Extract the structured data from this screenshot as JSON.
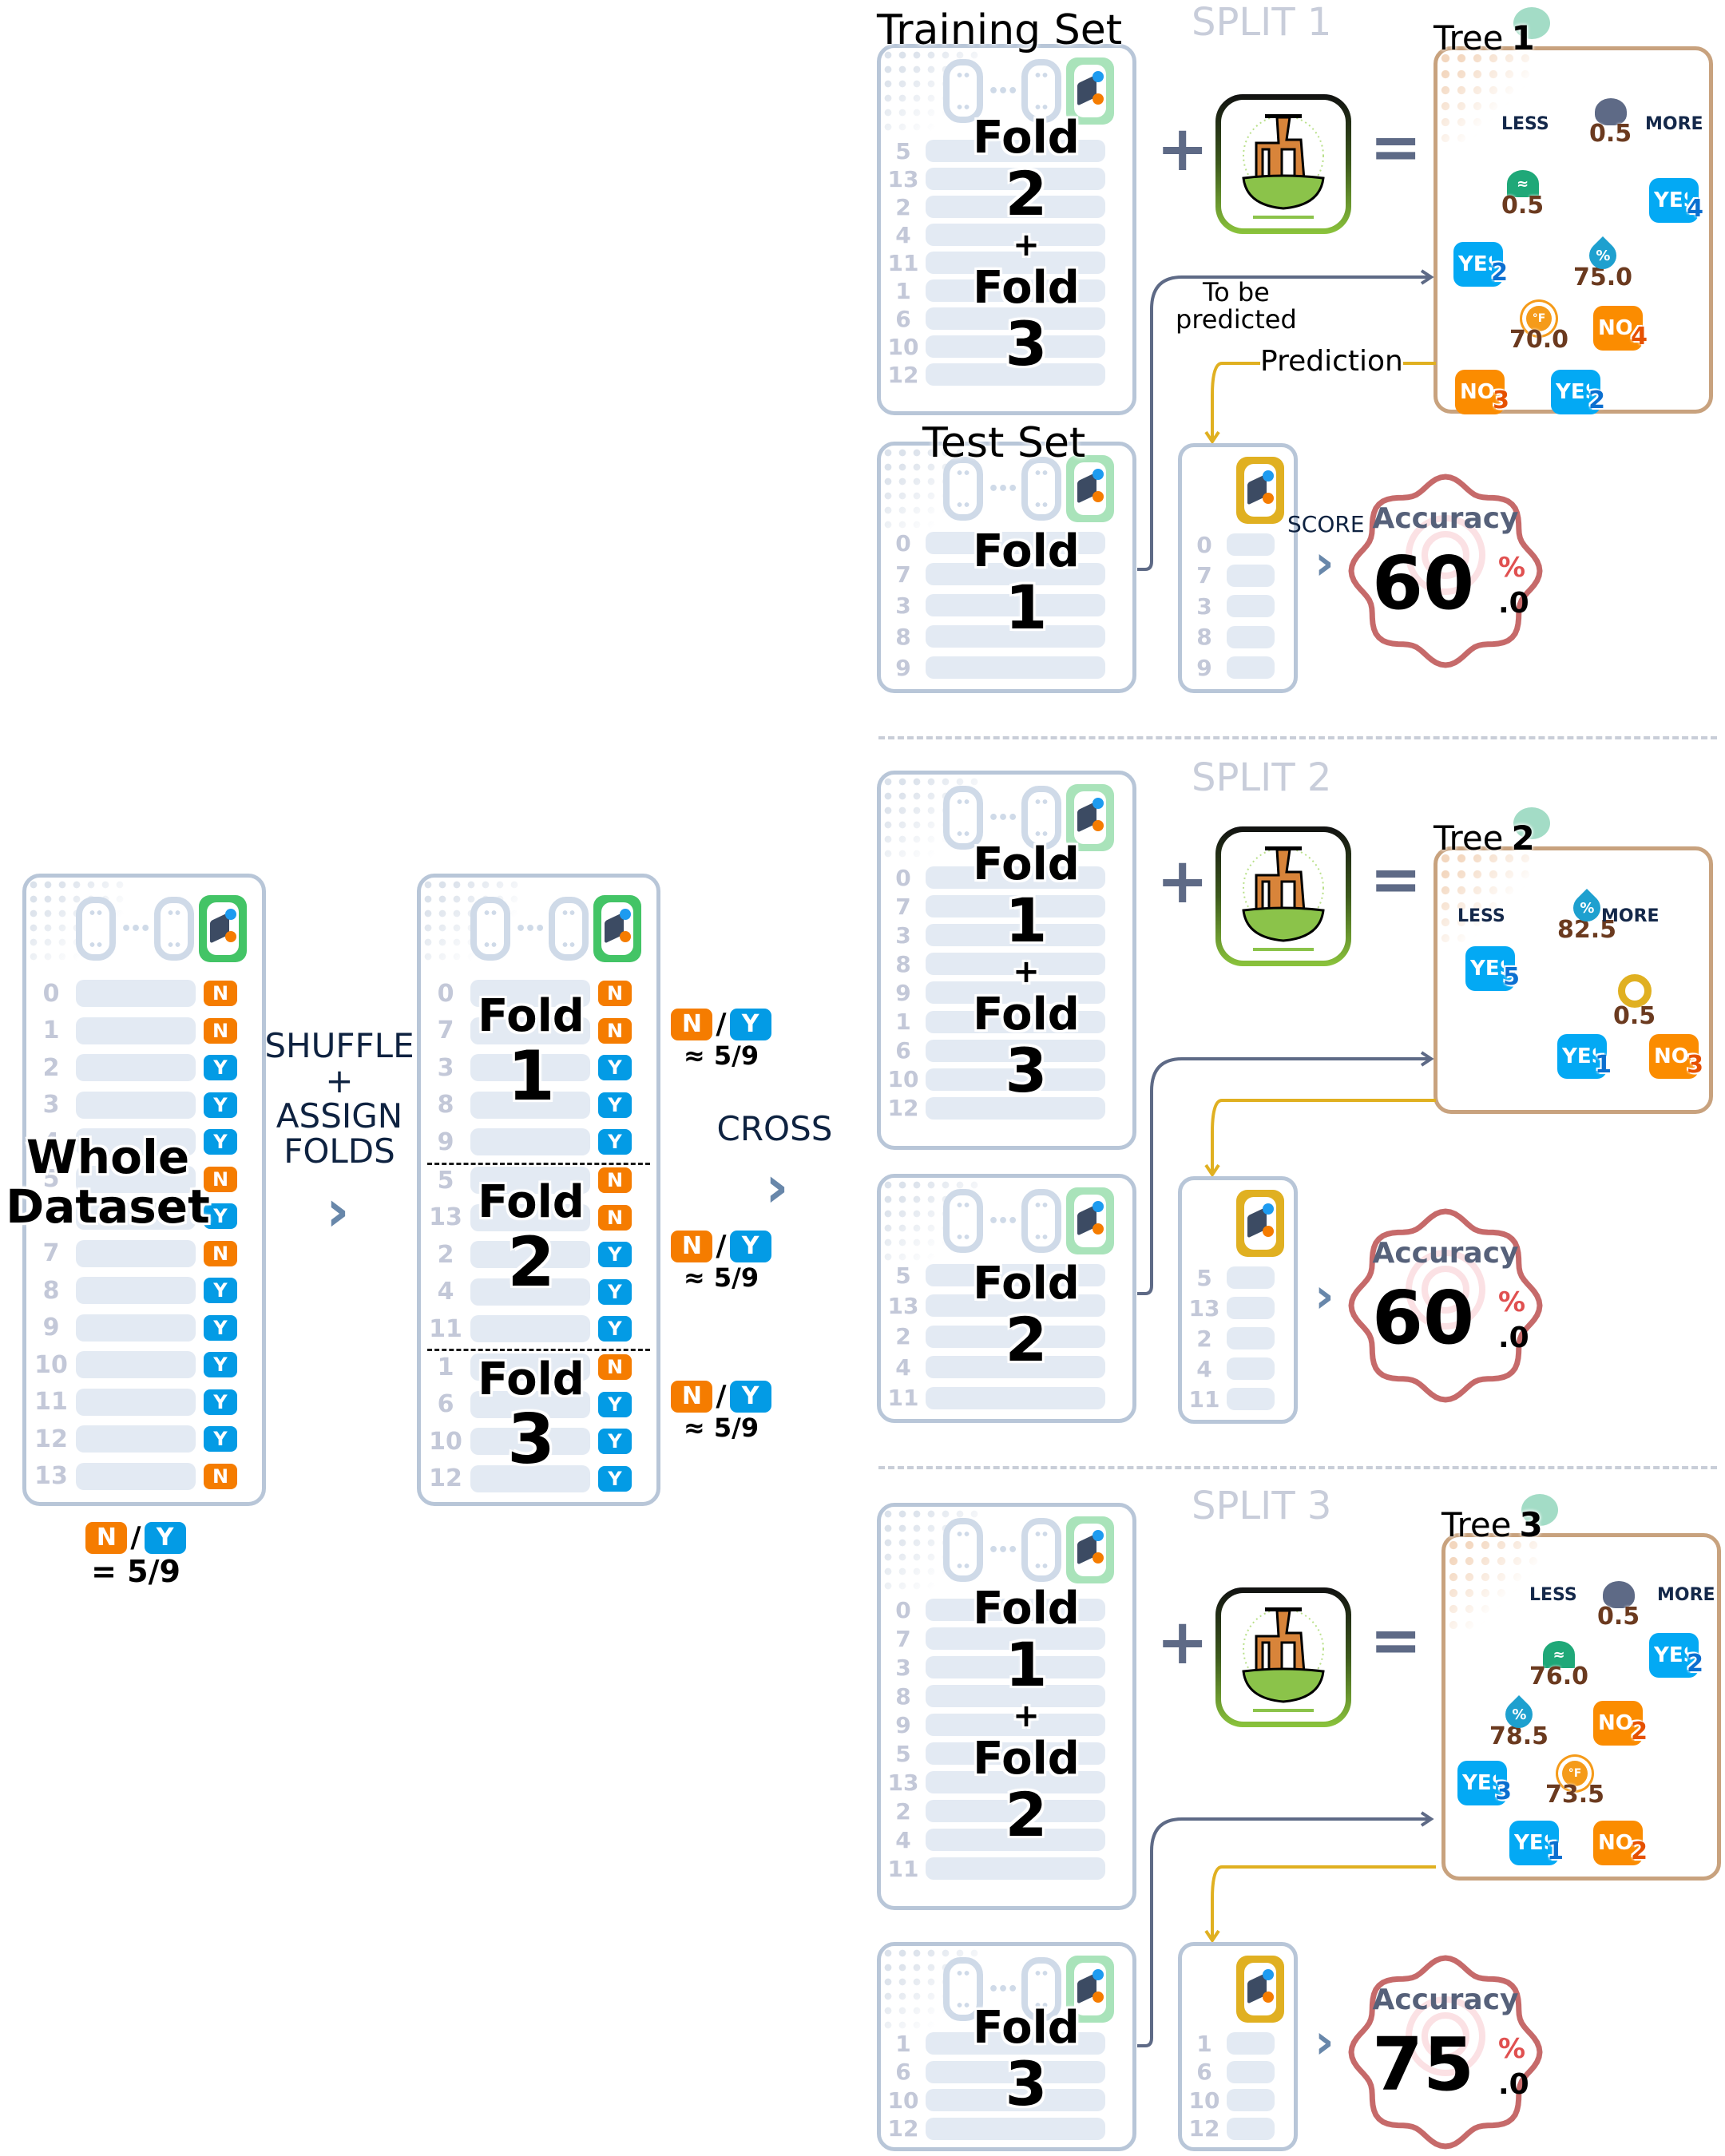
{
  "colors": {
    "no": "#f57c00",
    "yes": "#039be5",
    "panel_border": "#b8c6d8",
    "tree_border": "#c8a27e",
    "accuracy_border": "#c66a6a",
    "predicted_line": "#5e6a86",
    "prediction_line": "#e0b021",
    "split_label": "#c8cdda"
  },
  "whole_dataset": {
    "title_line1": "Whole",
    "title_line2": "Dataset",
    "rows": [
      {
        "id": "0",
        "label": "N"
      },
      {
        "id": "1",
        "label": "N"
      },
      {
        "id": "2",
        "label": "Y"
      },
      {
        "id": "3",
        "label": "Y"
      },
      {
        "id": "4",
        "label": "Y"
      },
      {
        "id": "5",
        "label": "N"
      },
      {
        "id": "6",
        "label": "Y"
      },
      {
        "id": "7",
        "label": "N"
      },
      {
        "id": "8",
        "label": "Y"
      },
      {
        "id": "9",
        "label": "Y"
      },
      {
        "id": "10",
        "label": "Y"
      },
      {
        "id": "11",
        "label": "Y"
      },
      {
        "id": "12",
        "label": "Y"
      },
      {
        "id": "13",
        "label": "N"
      }
    ],
    "ratio": {
      "n": "N",
      "slash": "/",
      "y": "Y",
      "text": "= 5/9"
    }
  },
  "step1": {
    "line1": "SHUFFLE",
    "line2": "+",
    "line3": "ASSIGN",
    "line4": "FOLDS",
    "arrow": "›"
  },
  "folds_panel": {
    "folds": [
      {
        "word": "Fold",
        "number": "1",
        "rows": [
          {
            "id": "0",
            "label": "N"
          },
          {
            "id": "7",
            "label": "N"
          },
          {
            "id": "3",
            "label": "Y"
          },
          {
            "id": "8",
            "label": "Y"
          },
          {
            "id": "9",
            "label": "Y"
          }
        ],
        "ratio": {
          "n": "N",
          "slash": "/",
          "y": "Y",
          "text": "≈ 5/9"
        }
      },
      {
        "word": "Fold",
        "number": "2",
        "rows": [
          {
            "id": "5",
            "label": "N"
          },
          {
            "id": "13",
            "label": "N"
          },
          {
            "id": "2",
            "label": "Y"
          },
          {
            "id": "4",
            "label": "Y"
          },
          {
            "id": "11",
            "label": "Y"
          }
        ],
        "ratio": {
          "n": "N",
          "slash": "/",
          "y": "Y",
          "text": "≈ 5/9"
        }
      },
      {
        "word": "Fold",
        "number": "3",
        "rows": [
          {
            "id": "1",
            "label": "N"
          },
          {
            "id": "6",
            "label": "Y"
          },
          {
            "id": "10",
            "label": "Y"
          },
          {
            "id": "12",
            "label": "Y"
          }
        ],
        "ratio": {
          "n": "N",
          "slash": "/",
          "y": "Y",
          "text": "≈ 5/9"
        }
      }
    ]
  },
  "step2": {
    "label": "CROSS",
    "arrow": "›"
  },
  "labels": {
    "training_set": "Training Set",
    "test_set": "Test Set",
    "to_be_predicted": [
      "To be",
      "predicted"
    ],
    "prediction": "Prediction",
    "score": "SCORE",
    "plus": "+",
    "equals": "=",
    "accuracy": "Accuracy",
    "percent": "%",
    "fold_word": "Fold",
    "tree_word": "Tree",
    "less": "LESS",
    "more": "MORE"
  },
  "splits": [
    {
      "label": "SPLIT 1",
      "train_ids": [
        "5",
        "13",
        "2",
        "4",
        "11",
        "1",
        "6",
        "10",
        "12"
      ],
      "train_folds": [
        "2",
        "3"
      ],
      "test_ids": [
        "0",
        "7",
        "3",
        "8",
        "9"
      ],
      "test_fold": "1",
      "tree_number": "1",
      "tree": {
        "root": {
          "icon": "rain-cloud-icon",
          "value": "0.5"
        },
        "nodes": [
          {
            "icon": "wind-icon",
            "value": "0.5"
          },
          {
            "icon": "humidity-drop-icon",
            "value": "75.0"
          },
          {
            "icon": "temperature-sun-icon",
            "value": "70.0"
          }
        ],
        "leaves": [
          {
            "class": "YES",
            "text": "YES",
            "count": "4"
          },
          {
            "class": "YES",
            "text": "YES",
            "count": "2"
          },
          {
            "class": "NO",
            "text": "NO",
            "count": "4"
          },
          {
            "class": "NO",
            "text": "NO",
            "count": "3"
          },
          {
            "class": "YES",
            "text": "YES",
            "count": "2"
          }
        ]
      },
      "accuracy": {
        "integer": "60",
        "decimal": ".0"
      }
    },
    {
      "label": "SPLIT 2",
      "train_ids": [
        "0",
        "7",
        "3",
        "8",
        "9",
        "1",
        "6",
        "10",
        "12"
      ],
      "train_folds": [
        "1",
        "3"
      ],
      "test_ids": [
        "5",
        "13",
        "2",
        "4",
        "11"
      ],
      "test_fold": "2",
      "tree_number": "2",
      "tree": {
        "root": {
          "icon": "humidity-drop-icon",
          "value": "82.5"
        },
        "nodes": [
          {
            "icon": "sun-outlook-icon",
            "value": "0.5"
          }
        ],
        "leaves": [
          {
            "class": "YES",
            "text": "YES",
            "count": "5"
          },
          {
            "class": "YES",
            "text": "YES",
            "count": "1"
          },
          {
            "class": "NO",
            "text": "NO",
            "count": "3"
          }
        ]
      },
      "accuracy": {
        "integer": "60",
        "decimal": ".0"
      }
    },
    {
      "label": "SPLIT 3",
      "train_ids": [
        "0",
        "7",
        "3",
        "8",
        "9",
        "5",
        "13",
        "2",
        "4",
        "11"
      ],
      "train_folds": [
        "1",
        "2"
      ],
      "test_ids": [
        "1",
        "6",
        "10",
        "12"
      ],
      "test_fold": "3",
      "tree_number": "3",
      "tree": {
        "root": {
          "icon": "rain-cloud-icon",
          "value": "0.5"
        },
        "nodes": [
          {
            "icon": "wind-icon",
            "value": "76.0"
          },
          {
            "icon": "humidity-drop-icon",
            "value": "78.5"
          },
          {
            "icon": "temperature-sun-icon",
            "value": "73.5"
          }
        ],
        "leaves": [
          {
            "class": "YES",
            "text": "YES",
            "count": "2"
          },
          {
            "class": "NO",
            "text": "NO",
            "count": "2"
          },
          {
            "class": "YES",
            "text": "YES",
            "count": "3"
          },
          {
            "class": "YES",
            "text": "YES",
            "count": "1"
          },
          {
            "class": "NO",
            "text": "NO",
            "count": "2"
          }
        ]
      },
      "accuracy": {
        "integer": "75",
        "decimal": ".0"
      }
    }
  ]
}
